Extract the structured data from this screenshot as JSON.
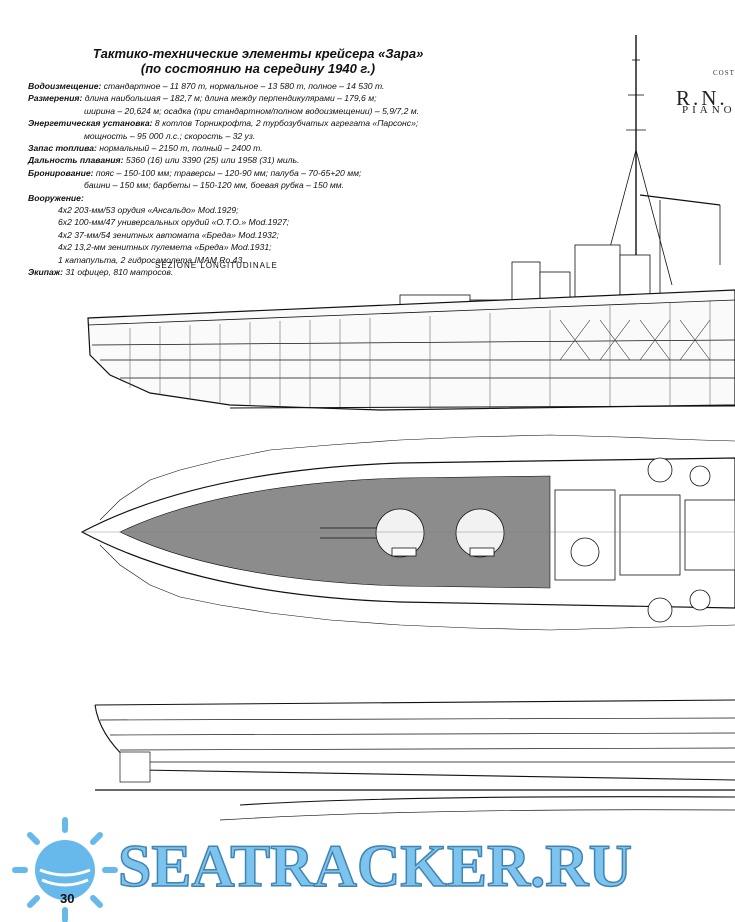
{
  "spec": {
    "title_line1": "Тактико-технические элементы крейсера «Зара»",
    "title_line2": "(по состоянию на середину 1940 г.)",
    "displacement_label": "Водоизмещение:",
    "displacement_value": " стандартное – 11 870 т, нормальное – 13 580 т, полное – 14 530 т.",
    "dimensions_label": "Размерения:",
    "dimensions_value": " длина наибольшая – 182,7 м; длина между перпендикулярами – 179,6 м;",
    "dimensions_cont": "ширина – 20,624 м; осадка (при стандартном/полном водоизмещении) – 5,9/7,2 м.",
    "power_label": "Энергетическая установка:",
    "power_value": " 8 котлов Торникрофта, 2 турбозубчатых агрегата «Парсонс»;",
    "power_cont": "мощность – 95 000 л.с.; скорость – 32 уз.",
    "fuel_label": "Запас топлива:",
    "fuel_value": " нормальный – 2150 т, полный – 2400 т.",
    "range_label": "Дальность плавания:",
    "range_value": " 5360 (16) или 3390 (25) или 1958 (31) миль.",
    "armor_label": "Бронирование:",
    "armor_value": " пояс – 150-100 мм; траверсы – 120-90 мм; палуба – 70-65+20 мм;",
    "armor_cont": "башни – 150 мм; барбеты – 150-120 мм, боевая рубка – 150 мм.",
    "armament_label": "Вооружение:",
    "armament_items": [
      "4х2 203-мм/53 орудия «Ансальдо» Mod.1929;",
      "6х2 100-мм/47 универсальных орудий «О.Т.О.» Mod.1927;",
      "4х2 37-мм/54 зенитных автомата «Бреда» Mod.1932;",
      "4х2 13,2-мм зенитных пулемета «Бреда» Mod.1931;",
      "1 катапульта, 2 гидросамолета IMAM Ro.43."
    ],
    "crew_label": "Экипаж:",
    "crew_value": " 31 офицер, 810 матросов."
  },
  "drawing": {
    "sheet_title": "R.N.",
    "sheet_subtitle": "PIANO",
    "sheet_top": "COST",
    "section_label": "SEZIONE LONGITUDINALE"
  },
  "footer": {
    "page_number": "30",
    "watermark": "SEATRACKER.RU"
  },
  "colors": {
    "deck_fill": "#8c8c8c",
    "watermark": "#66b9ea"
  }
}
